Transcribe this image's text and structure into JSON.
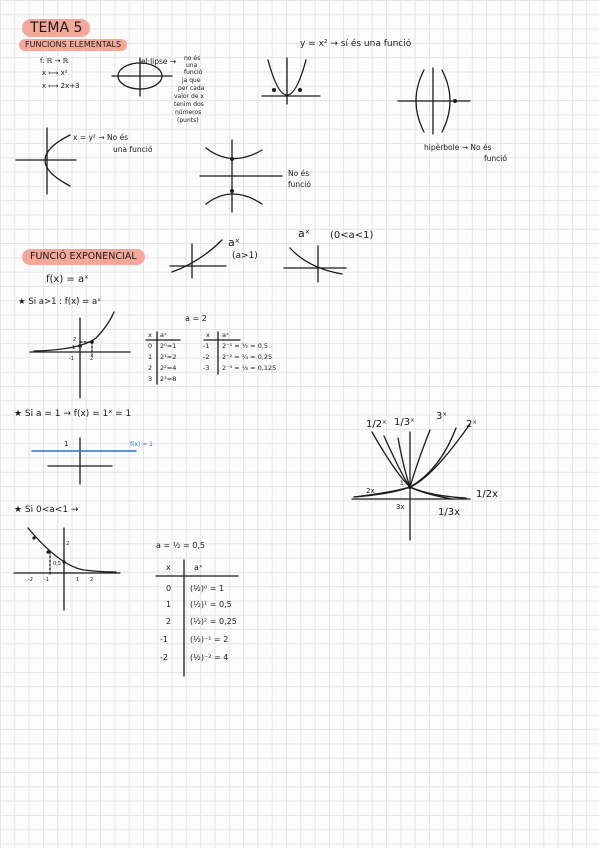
{
  "title": "TEMA 5",
  "section1": {
    "heading": "FUNCIONS ELEMENTALS",
    "map_def": "f: ℝ → ℝ",
    "map_1": "x ⟼ x²",
    "map_2": "x ⟼ 2x+3",
    "ellipse_label": "el·lipse →",
    "ellipse_note": [
      "no és",
      "una",
      "funció",
      "ja que",
      "per cada",
      "valor de x",
      "tenim dos",
      "números",
      "(punts)"
    ],
    "parabola_label": "y = x² → sí és una funció",
    "sideways_label": "x = y² → No és",
    "sideways_label_2": "una funció",
    "hyperbola_v_label": "No és",
    "hyperbola_v_label_2": "funció",
    "hyperbola_label": "hipèrbole → No és",
    "hyperbola_label_2": "funció"
  },
  "section2": {
    "heading": "FUNCIÓ EXPONENCIAL",
    "fx": "f(x) = aˣ",
    "graph_a_gt1": "aˣ",
    "graph_a_gt1_cond": "(a>1)",
    "graph_a_lt1": "aˣ",
    "graph_a_lt1_cond": "(0<a<1)",
    "case1": "★ Si a>1 : f(x) = aˣ",
    "a_value": "a = 2",
    "table1": {
      "headers": [
        "x",
        "aˣ"
      ],
      "rows": [
        [
          "0",
          "2⁰=1"
        ],
        [
          "1",
          "2¹=2"
        ],
        [
          "2",
          "2²=4"
        ],
        [
          "3",
          "2³=8"
        ]
      ]
    },
    "table2": {
      "headers": [
        "x",
        "aˣ"
      ],
      "rows": [
        [
          "-1",
          "2⁻¹ = ½ = 0,5"
        ],
        [
          "-2",
          "2⁻² = ¼ = 0,25"
        ],
        [
          "-3",
          "2⁻³ = ⅛ = 0,125"
        ]
      ]
    },
    "case2": "★ Si a = 1 → f(x) = 1ˣ = 1",
    "blue_label": "f(x) = 1",
    "one_label": "1",
    "case3": "★ Si 0<a<1 →",
    "a_half": "a = ½ = 0,5",
    "table3": {
      "headers": [
        "x",
        "aˣ"
      ],
      "rows": [
        [
          "0",
          "(½)⁰ = 1"
        ],
        [
          "1",
          "(½)¹ = 0,5"
        ],
        [
          "2",
          "(½)² = 0,25"
        ],
        [
          "-1",
          "(½)⁻¹ = 2"
        ],
        [
          "-2",
          "(½)⁻² = 4"
        ]
      ]
    },
    "big_graph": {
      "l_1_2x": "1/2ˣ",
      "l_1_3x": "1/3ˣ",
      "l_3x": "3ˣ",
      "l_2x": "2ˣ",
      "l_2x_b": "2x",
      "l_3x_b": "3x",
      "l_half_x": "1/2x",
      "l_third_x": "1/3x",
      "l_one": "1"
    },
    "small_axis": {
      "a": "-1",
      "b": "1",
      "c": "2",
      "d": "2"
    },
    "small_axis2": {
      "a": "-2",
      "b": "-1",
      "c": "1",
      "d": "2",
      "e": "2",
      "f": "0,5"
    }
  }
}
